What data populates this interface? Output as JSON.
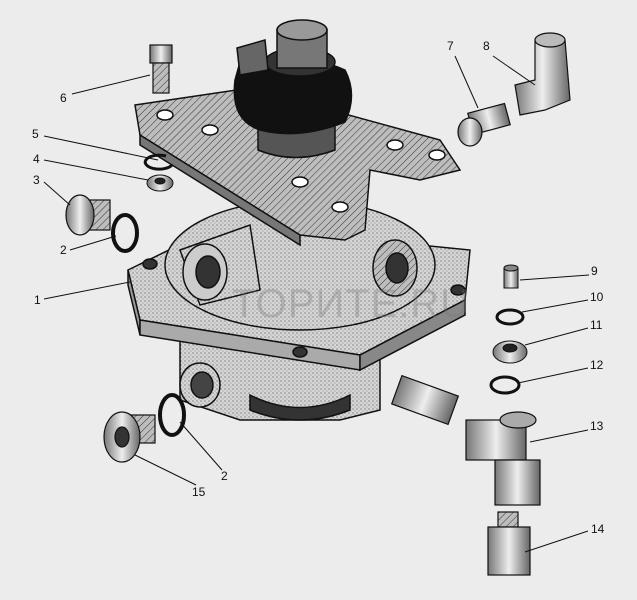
{
  "watermark": "ТОРИТЕ.RU",
  "colors": {
    "background": "#ececec",
    "line": "#111111",
    "body": "#c8c8c8",
    "dark": "#222222"
  },
  "callouts": [
    {
      "id": "6",
      "label": "6"
    },
    {
      "id": "5",
      "label": "5"
    },
    {
      "id": "4",
      "label": "4"
    },
    {
      "id": "3",
      "label": "3"
    },
    {
      "id": "2a",
      "label": "2"
    },
    {
      "id": "1",
      "label": "1"
    },
    {
      "id": "7",
      "label": "7"
    },
    {
      "id": "8",
      "label": "8"
    },
    {
      "id": "9",
      "label": "9"
    },
    {
      "id": "10",
      "label": "10"
    },
    {
      "id": "11",
      "label": "11"
    },
    {
      "id": "12",
      "label": "12"
    },
    {
      "id": "13",
      "label": "13"
    },
    {
      "id": "14",
      "label": "14"
    },
    {
      "id": "2b",
      "label": "2"
    },
    {
      "id": "15",
      "label": "15"
    }
  ]
}
